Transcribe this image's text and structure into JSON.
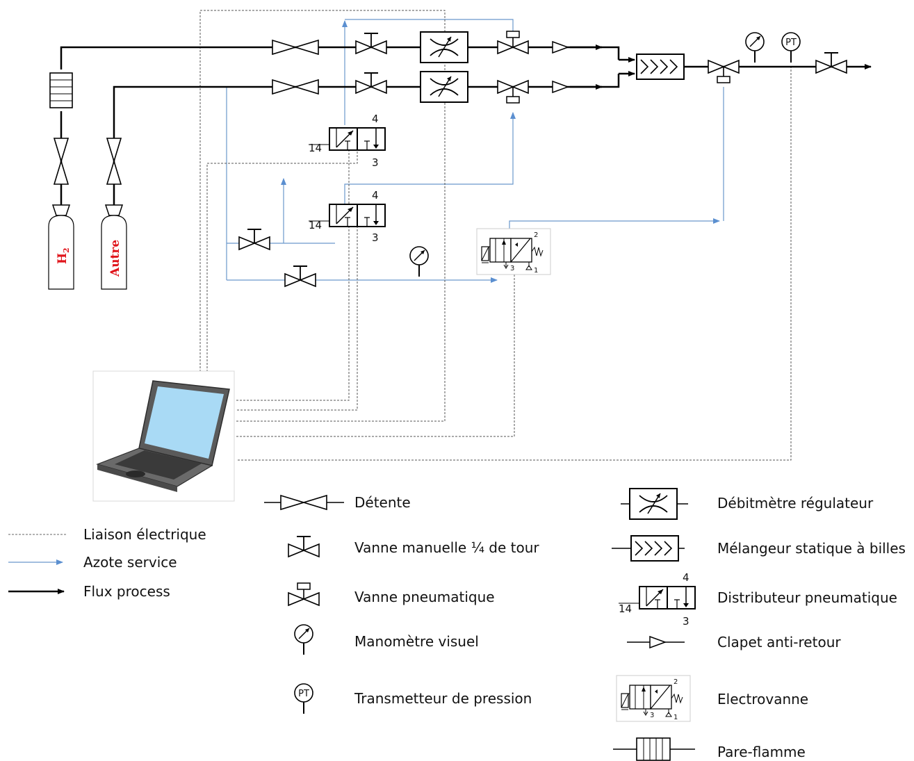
{
  "cylinders": {
    "h2": "H2",
    "other": "Autre"
  },
  "ports": {
    "p4": "4",
    "p14": "14",
    "p3": "3",
    "e2": "2",
    "e3": "3",
    "e1": "1"
  },
  "transmitter": "PT",
  "legend_lines": [
    "Liaison électrique",
    "Azote service",
    "Flux process"
  ],
  "legend_left": [
    "Détente",
    "Vanne manuelle ¼ de tour",
    "Vanne pneumatique",
    "Manomètre visuel",
    "Transmetteur de pression"
  ],
  "legend_right": [
    "Débitmètre régulateur",
    "Mélangeur statique à billes",
    "Distributeur pneumatique",
    "Clapet anti-retour",
    "Electrovanne",
    "Pare-flamme"
  ],
  "colors": {
    "process": "#000000",
    "nitrogen": "#6a98cc",
    "electric": "#555555",
    "cylinder_text": "#e0141b"
  }
}
